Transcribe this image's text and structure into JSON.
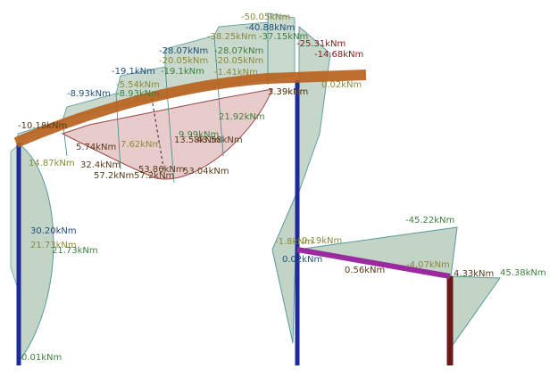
{
  "colors": {
    "column_blue": "#1f2a9a",
    "column_red": "#6b1a1a",
    "beam_orange": "#b8631e",
    "beam_purple": "#9b2aa0",
    "diagram_fill": "#b7cdbd",
    "diagram_fill_red": "#e5c4c4",
    "diagram_stroke": "#3b8a8a",
    "diagram_stroke_red": "#8b2525"
  },
  "labels": {
    "arch_left_top": "-10.18kNm",
    "arch_1": "-8.93kNm",
    "arch_1b": "-8.93kNm",
    "arch_2": "-19.1kNm",
    "arch_2b": "-19.1kNm",
    "arch_3": "-28.07kNm",
    "arch_3b": "-28.07kNm",
    "arch_4": "-5.54kNm",
    "arch_5": "-20.05kNm",
    "arch_5b": "-20.05kNm",
    "arch_6": "-1.41kNm",
    "arch_peak": "-50.05kNm",
    "arch_peak2": "-40.88kNm",
    "arch_peak3": "-38.25kNm",
    "arch_peak4": "-37.15kNm",
    "arch_right1": "-25.31kNm",
    "arch_right2": "-14.68kNm",
    "arch_right3": "0.02kNm",
    "arch_right4": "3.39kNm",
    "arch_right5": "3.39kNm",
    "span_1": "5.74kNm",
    "span_2": "7.62kNm",
    "span_3": "13.58kNm",
    "span_4": "43.58kNm",
    "span_5": "21.92kNm",
    "span_6": "9.99kNm",
    "span_7": "32.4kNm",
    "span_8": "57.2kNm",
    "span_8b": "57.2kNm",
    "span_9": "53.04kNm",
    "span_10": "53.86kNm",
    "left_col_top": "14.87kNm",
    "left_col_mid1": "30.20kNm",
    "left_col_mid2": "21.73kNm",
    "left_col_mid3": "21.73kNm",
    "left_col_bottom": "0.01kNm",
    "mid_col_1": "0.19kNm",
    "mid_col_2": "0.02kNm",
    "mid_col_3": "-1.8kNm",
    "beam2_top": "-45.22kNm",
    "beam2_mid": "0.56kNm",
    "beam2_mid2": "-4.07kNm",
    "beam2_end1": "4.33kNm",
    "beam2_end2": "45.38kNm"
  }
}
